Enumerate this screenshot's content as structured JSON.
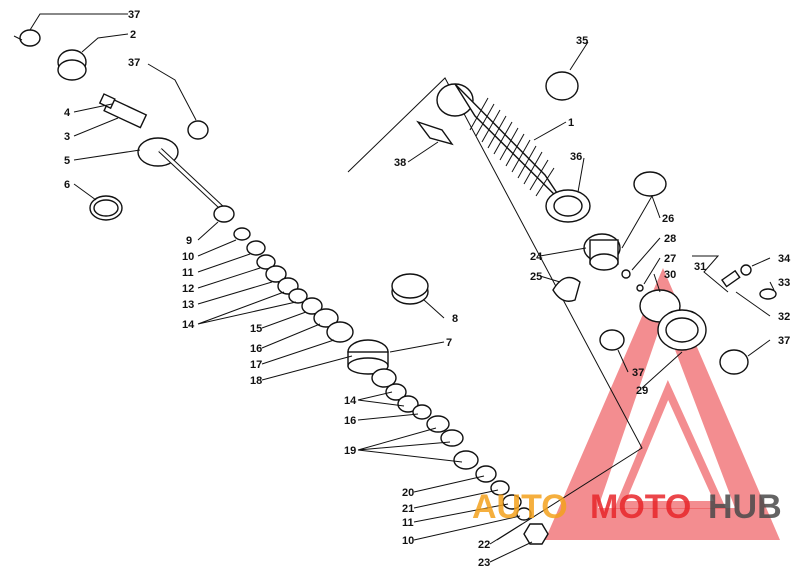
{
  "diagram": {
    "labels": {
      "l1": "1",
      "l2": "2",
      "l3": "3",
      "l4": "4",
      "l5": "5",
      "l6": "6",
      "l7": "7",
      "l8": "8",
      "l9": "9",
      "l10a": "10",
      "l10b": "10",
      "l11a": "11",
      "l11b": "11",
      "l12": "12",
      "l13": "13",
      "l14a": "14",
      "l14b": "14",
      "l15": "15",
      "l16a": "16",
      "l16b": "16",
      "l17": "17",
      "l18": "18",
      "l19": "19",
      "l20": "20",
      "l21": "21",
      "l22": "22",
      "l23": "23",
      "l24": "24",
      "l25": "25",
      "l26": "26",
      "l27": "27",
      "l28": "28",
      "l29": "29",
      "l30": "30",
      "l31": "31",
      "l32": "32",
      "l33": "33",
      "l34": "34",
      "l35": "35",
      "l36": "36",
      "l37a": "37",
      "l37b": "37",
      "l37c": "37",
      "l37d": "37",
      "l38": "38"
    }
  },
  "watermark": {
    "part1": "AUTO",
    "part2": "MOTO",
    "part3": "HUB",
    "colors": {
      "red": "#e8262b",
      "orange": "#f4a21d",
      "gray": "#4a4a4a"
    }
  }
}
